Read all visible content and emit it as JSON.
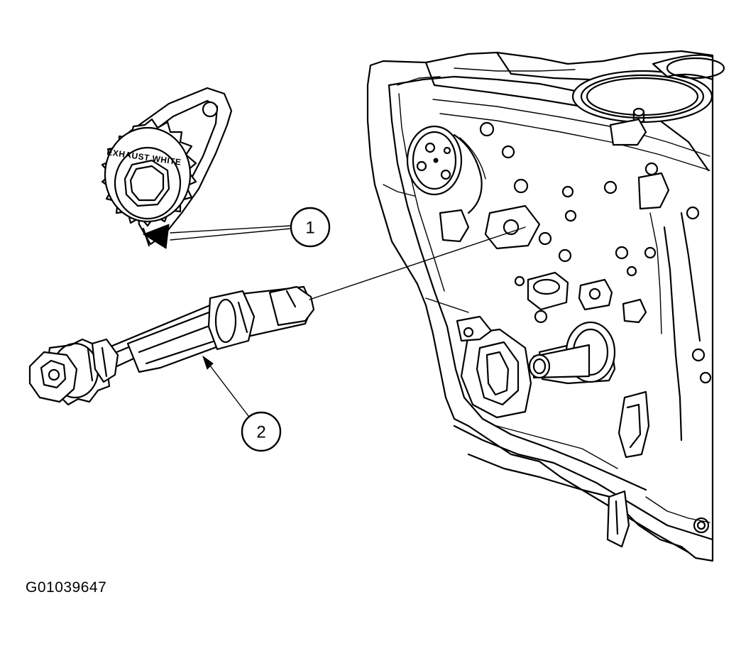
{
  "figure_id": "G01039647",
  "callouts": {
    "one": "1",
    "two": "2"
  },
  "sprocket_stamp": "EXHAUST WHITE",
  "line_color": "#000000",
  "background_color": "#ffffff"
}
